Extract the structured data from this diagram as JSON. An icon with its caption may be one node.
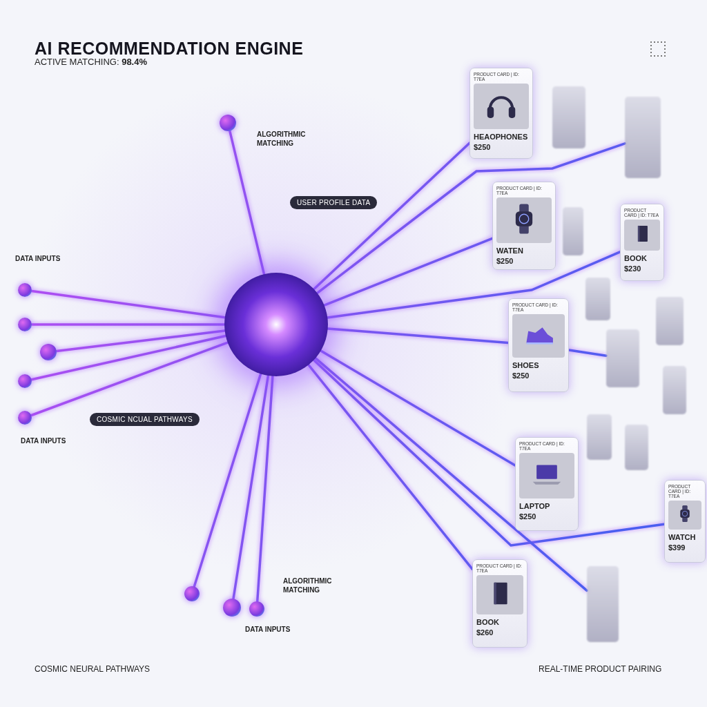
{
  "diagram": {
    "title": "AI RECOMMENDATION ENGINE",
    "nodes": [
      {
        "text": [
          "USER PROFILE DATA"
        ]
      },
      {
        "text": [
          "COSMIC NCUAL PATHWAYS"
        ]
      },
      {
        "text": [],
        "shape": "circle"
      },
      {
        "text": [],
        "shape": "circle"
      },
      {
        "text": [],
        "shape": "circle"
      },
      {
        "text": [],
        "shape": "circle"
      },
      {
        "text": [],
        "shape": "circle"
      },
      {
        "text": [],
        "shape": "circle"
      },
      {
        "text": [],
        "shape": "circle"
      },
      {
        "text": [],
        "shape": "circle"
      },
      {
        "text": [],
        "shape": "circle"
      },
      {
        "text": [],
        "shape": "circle"
      },
      {
        "text": [
          "PRODUCT CARD | ID: T7EA",
          "HEAOPHONES",
          "$250"
        ]
      },
      {
        "text": [],
        "shape": "box"
      },
      {
        "text": [],
        "shape": "box"
      },
      {
        "text": [
          "PRODUCT CARD | ID: T7EA",
          "WATEN",
          "$250"
        ]
      },
      {
        "text": [],
        "shape": "box"
      },
      {
        "text": [
          "PRODUCT CARD | ID: T7EA",
          "BOOK",
          "$230"
        ]
      },
      {
        "text": [],
        "shape": "box"
      },
      {
        "text": [],
        "shape": "box"
      },
      {
        "text": [
          "PRODUCT CARD | ID: T7EA",
          "SHOES",
          "$250"
        ]
      },
      {
        "text": [],
        "shape": "box"
      },
      {
        "text": [],
        "shape": "box"
      },
      {
        "text": [],
        "shape": "box"
      },
      {
        "text": [],
        "shape": "box"
      },
      {
        "text": [
          "PRODUCT CARD | ID: T7EA",
          "LAPTOP",
          "$250"
        ]
      },
      {
        "text": [
          "PRODUCT CARD | ID: T7EA",
          "WATCH",
          "$399"
        ]
      },
      {
        "text": [
          "PRODUCT CARD | ID: T7EA",
          "BOOK",
          "$260"
        ]
      },
      {
        "text": [],
        "shape": "box"
      }
    ],
    "edges": [
      {
        "from": 3,
        "to": 2,
        "arrow": "none"
      },
      {
        "from": 4,
        "to": 2,
        "arrow": "none"
      },
      {
        "from": 5,
        "to": 2,
        "arrow": "none"
      },
      {
        "from": 6,
        "to": 2,
        "arrow": "none"
      },
      {
        "from": 7,
        "to": 2,
        "arrow": "none"
      },
      {
        "from": 8,
        "to": 2,
        "arrow": "none"
      },
      {
        "from": 2,
        "to": 9,
        "arrow": "none"
      },
      {
        "from": 2,
        "to": 10,
        "arrow": "none"
      },
      {
        "from": 2,
        "to": 11,
        "arrow": "none"
      },
      {
        "from": 2,
        "to": 12,
        "arrow": "none"
      },
      {
        "from": 2,
        "to": 14,
        "arrow": "none"
      },
      {
        "from": 2,
        "to": 15,
        "arrow": "none"
      },
      {
        "from": 2,
        "to": 17,
        "arrow": "none"
      },
      {
        "from": 2,
        "to": 20,
        "arrow": "none"
      },
      {
        "from": 2,
        "to": 25,
        "arrow": "none"
      },
      {
        "from": 2,
        "to": 26,
        "arrow": "none"
      },
      {
        "from": 2,
        "to": 27,
        "arrow": "none"
      },
      {
        "from": 2,
        "to": 28,
        "arrow": "none"
      },
      {
        "from": 20,
        "to": 21,
        "arrow": "none"
      }
    ],
    "labels": [
      "ACTIVE MATCHING: **98.4%**",
      "ALGORITHMIC MATCHING",
      "DATA INPUTS",
      "DATA INPUTS",
      "ALGORITHMIC MATCHING",
      "DATA INPUTS",
      "COSMIC NEURAL PATHWAYS",
      "REAL-TIME PRODUCT PAIRING"
    ]
  }
}
